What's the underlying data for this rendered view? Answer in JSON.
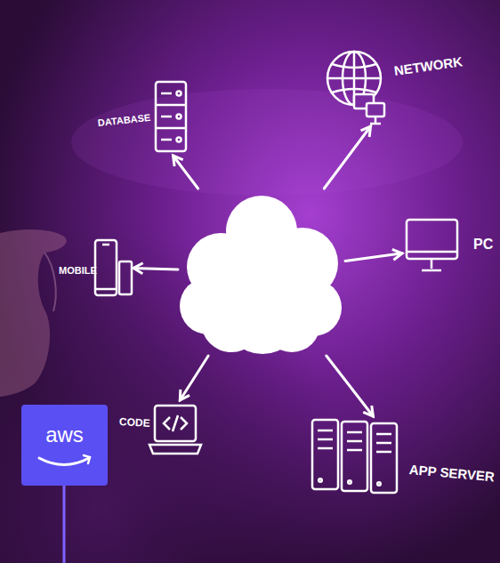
{
  "diagram": {
    "nodes": [
      {
        "text": [
          "DATABASE"
        ]
      },
      {
        "text": [
          "NETWORK"
        ]
      },
      {
        "text": []
      },
      {
        "text": [
          "PC"
        ]
      },
      {
        "text": [
          "MOBILE"
        ]
      },
      {
        "text": [
          "CODE"
        ]
      },
      {
        "text": [
          "APP SERVER"
        ]
      },
      {
        "text": [
          "aws"
        ]
      }
    ],
    "edges": [
      {
        "from": 2,
        "to": 0,
        "arrow": "to"
      },
      {
        "from": 2,
        "to": 1,
        "arrow": "to"
      },
      {
        "from": 2,
        "to": 3,
        "arrow": "to"
      },
      {
        "from": 2,
        "to": 4,
        "arrow": "to"
      },
      {
        "from": 2,
        "to": 5,
        "arrow": "to"
      },
      {
        "from": 2,
        "to": 6,
        "arrow": "to"
      }
    ]
  }
}
